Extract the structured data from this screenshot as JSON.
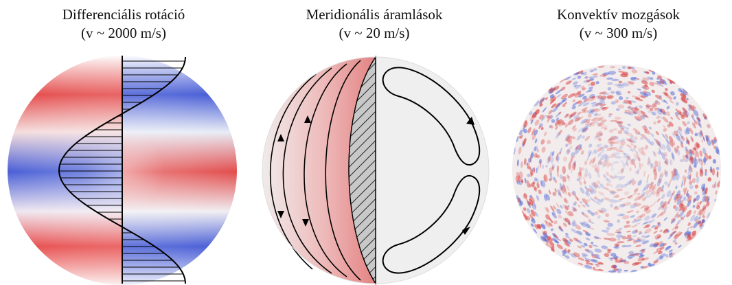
{
  "panels": [
    {
      "title": "Differenciális rotáció",
      "subtitle": "(v ~ 2000 m/s)",
      "colors": {
        "red": "#e0484a",
        "blue": "#3a4fd0"
      }
    },
    {
      "title": "Meridionális áramlások",
      "subtitle": "(v  ~ 20 m/s)",
      "colors": {
        "red": "#e88a8a",
        "stroke": "#000000"
      }
    },
    {
      "title": "Konvektív mozgások",
      "subtitle": "(v ~ 300 m/s)",
      "colors": {
        "red": "#d94444",
        "blue": "#5a70d8"
      }
    }
  ]
}
